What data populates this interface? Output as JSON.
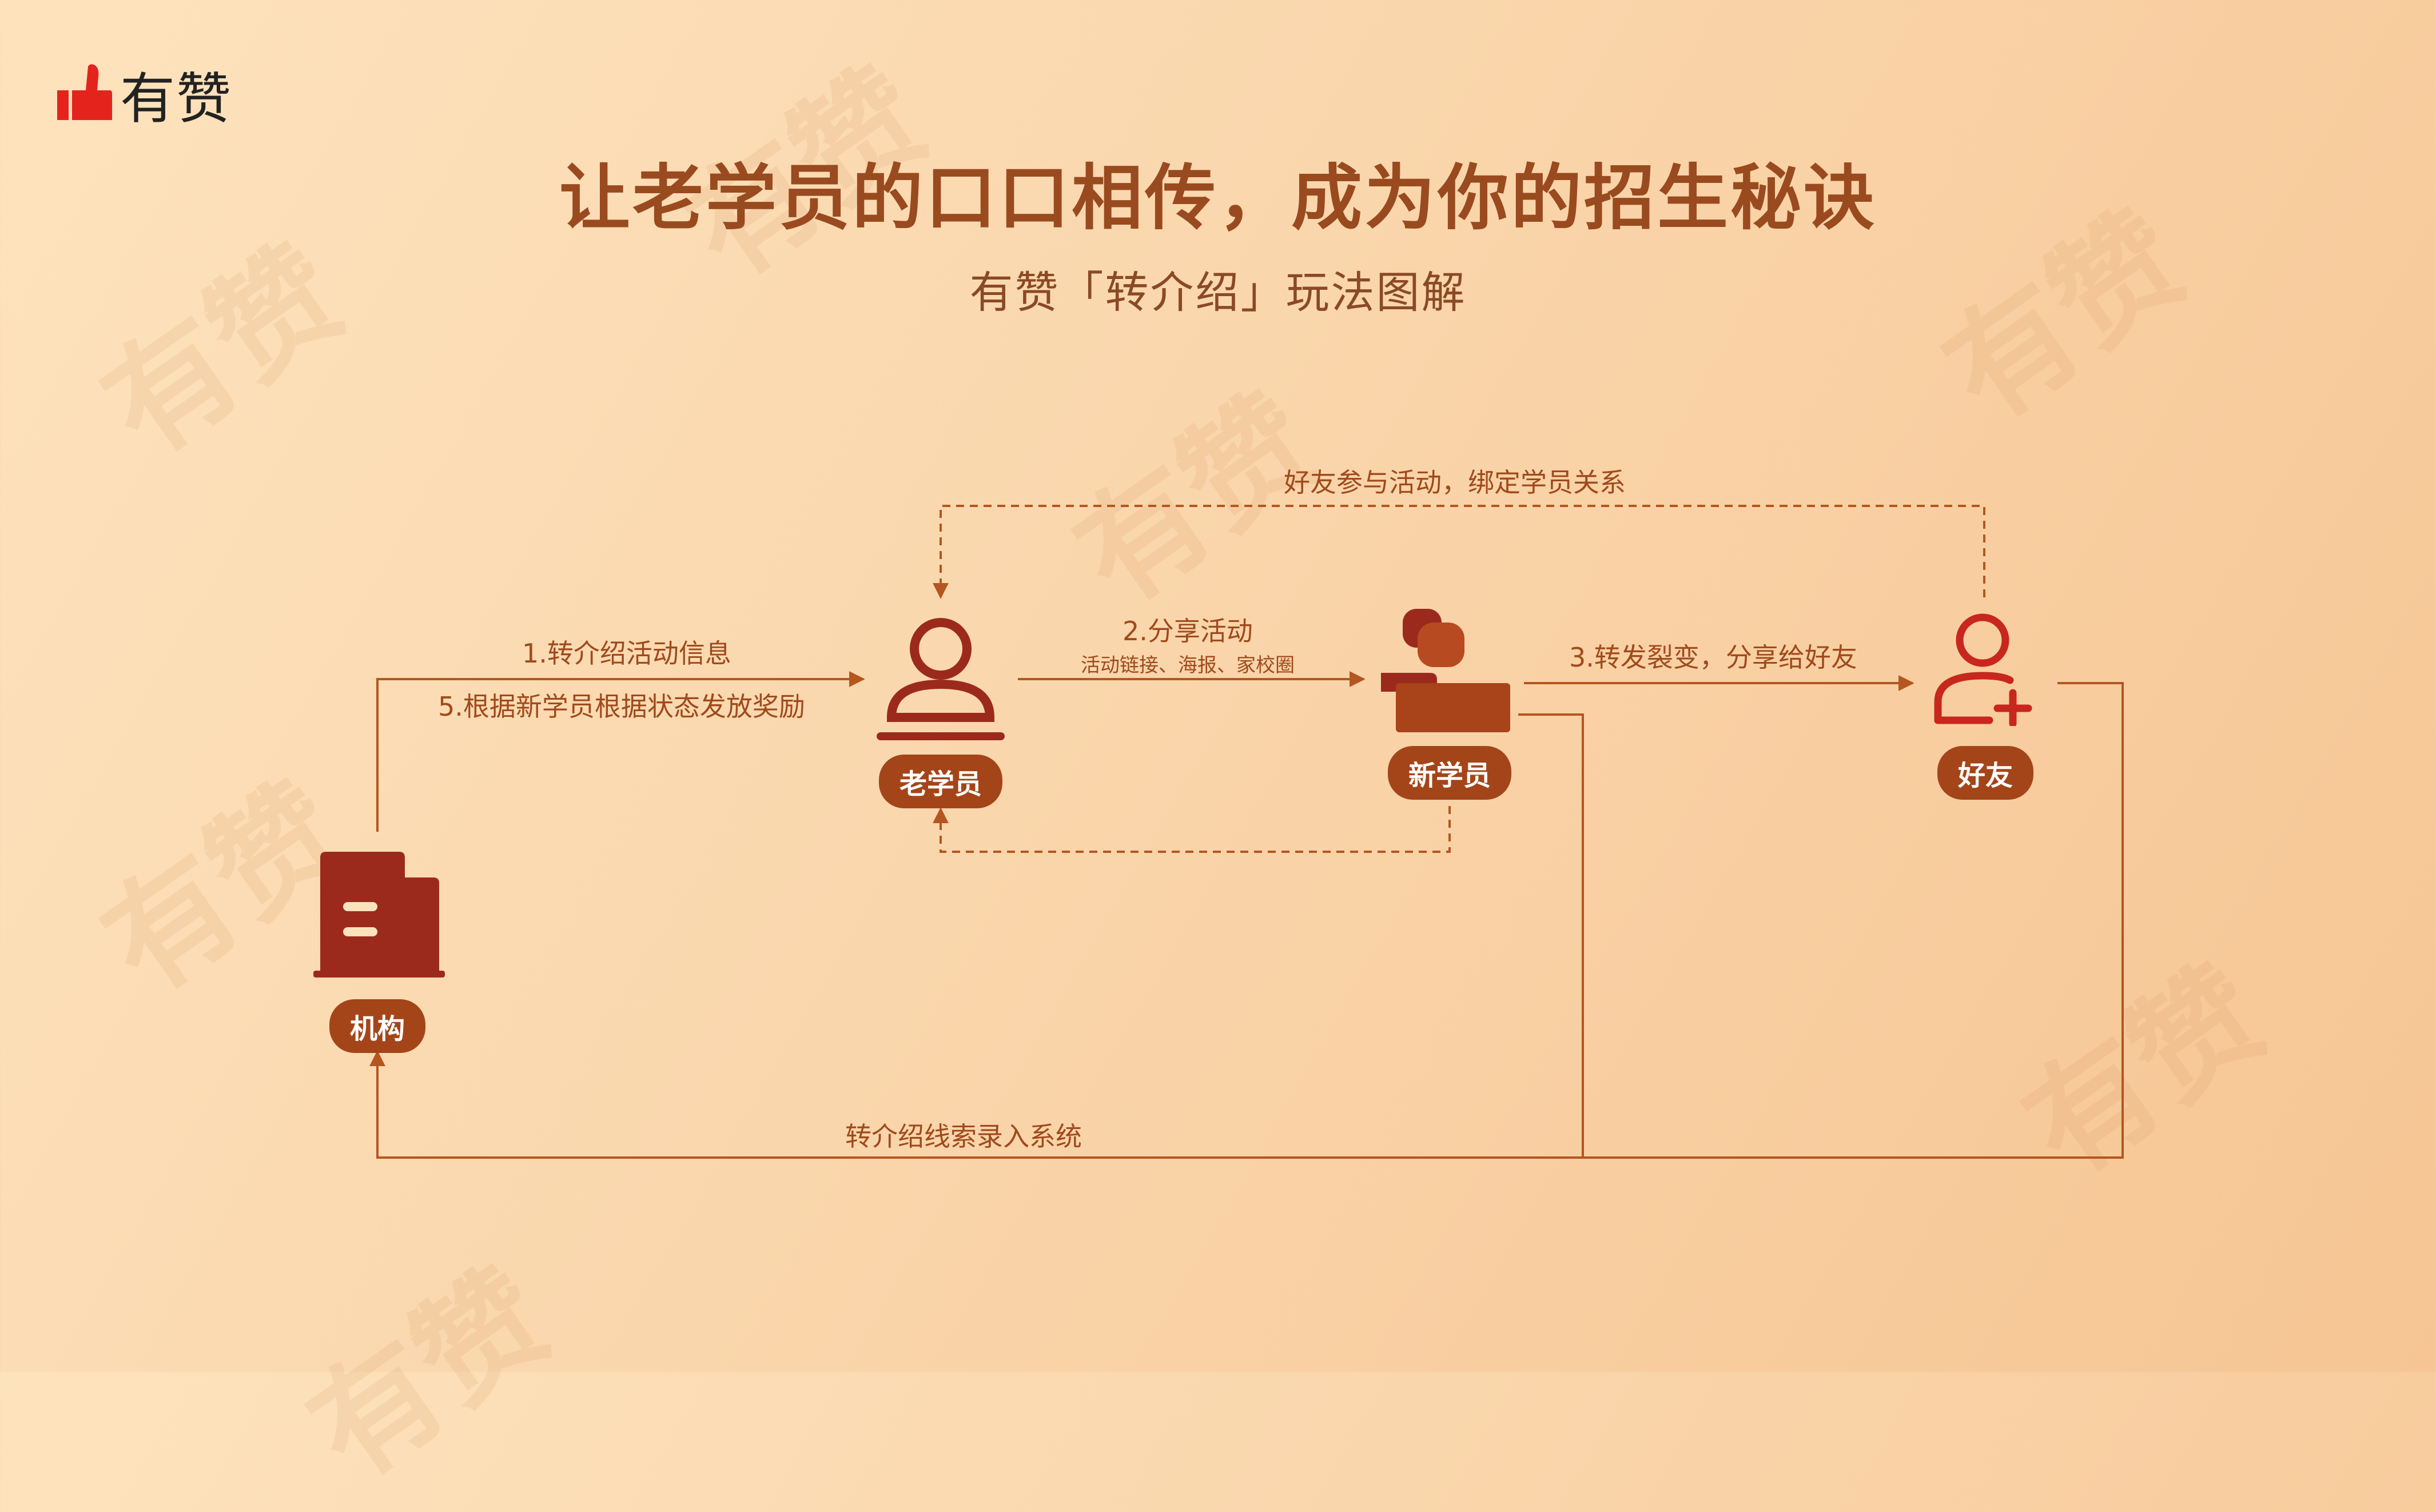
{
  "brand": {
    "logo_text": "有赞",
    "watermark": "有赞"
  },
  "header": {
    "title": "让老学员的口口相传，成为你的招生秘诀",
    "subtitle": "有赞「转介绍」玩法图解"
  },
  "nodes": {
    "institution": "机构",
    "old_student": "老学员",
    "new_student": "新学员",
    "friend": "好友"
  },
  "edges": {
    "step1": "1.转介绍活动信息",
    "step5": "5.根据新学员根据状态发放奖励",
    "step2": "2.分享活动",
    "step2_detail": "活动链接、海报、家校圈",
    "step3": "3.转发裂变，分享给好友",
    "bind": "好友参与活动，绑定学员关系",
    "leads": "转介绍线索录入系统"
  },
  "colors": {
    "accent": "#a44519",
    "icon": "#9b2a1d",
    "line": "#b4561f",
    "text": "#a04a1c"
  },
  "icons": {
    "brand": "thumbs-up-icon",
    "institution": "building-icon",
    "old_student": "person-icon",
    "new_student": "chat-person-icon",
    "friend": "add-person-icon"
  }
}
